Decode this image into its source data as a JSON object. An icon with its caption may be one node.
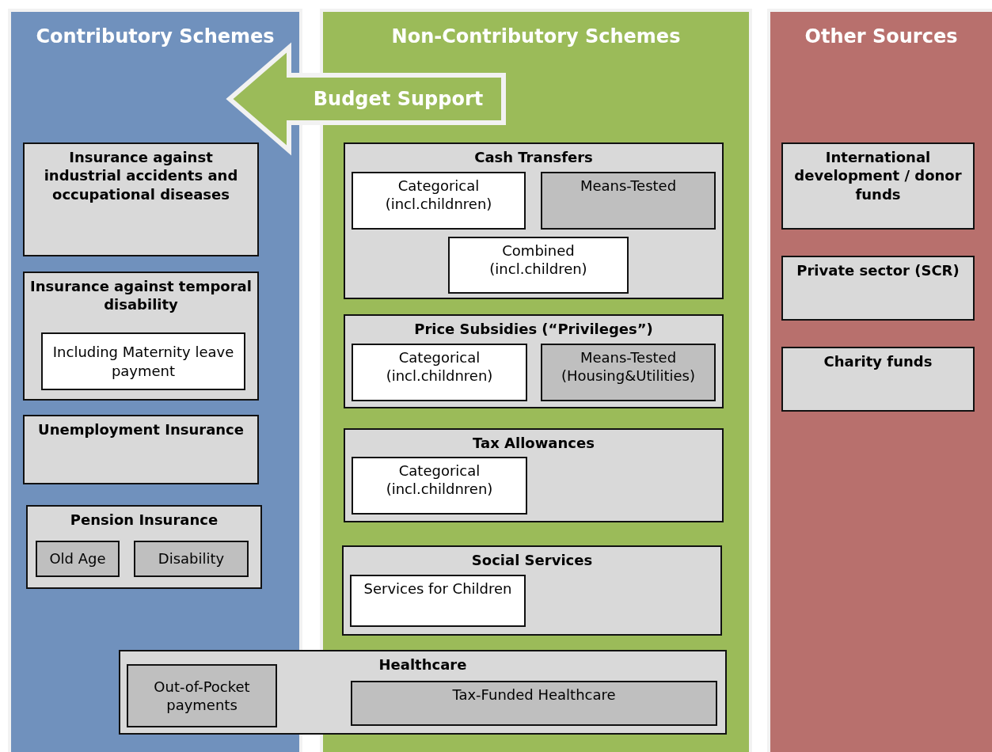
{
  "diagram": {
    "nodes": [
      {
        "text": [
          "Contributory Schemes"
        ]
      },
      {
        "text": [
          "Non-Contributory Schemes"
        ]
      },
      {
        "text": [
          "Other Sources"
        ]
      },
      {
        "text": [
          "Insurance against industrial accidents and occupational diseases"
        ],
        "in": 0
      },
      {
        "text": [
          "Insurance against temporal disability"
        ],
        "in": 0
      },
      {
        "text": [
          "Including Maternity leave payment"
        ],
        "in": 4
      },
      {
        "text": [
          "Unemployment Insurance"
        ],
        "in": 0
      },
      {
        "text": [
          "Pension Insurance"
        ],
        "in": 0
      },
      {
        "text": [
          "Old Age"
        ],
        "in": 7
      },
      {
        "text": [
          "Disability"
        ],
        "in": 7
      },
      {
        "text": [
          "Cash Transfers"
        ],
        "in": 1
      },
      {
        "text": [
          "Categorical (incl.childnren)"
        ],
        "in": 10
      },
      {
        "text": [
          "Means-Tested"
        ],
        "in": 10
      },
      {
        "text": [
          "Combined (incl.children)"
        ],
        "in": 10
      },
      {
        "text": [
          "Price Subsidies (“Privileges”)"
        ],
        "in": 1
      },
      {
        "text": [
          "Categorical (incl.childnren)"
        ],
        "in": 14
      },
      {
        "text": [
          "Means-Tested (Housing&Utilities)"
        ],
        "in": 14
      },
      {
        "text": [
          "Tax Allowances"
        ],
        "in": 1
      },
      {
        "text": [
          "Categorical (incl.childnren)"
        ],
        "in": 17
      },
      {
        "text": [
          "Social Services"
        ],
        "in": 1
      },
      {
        "text": [
          "Services for Children"
        ],
        "in": 19
      },
      {
        "text": [
          "Healthcare"
        ]
      },
      {
        "text": [
          "Out-of-Pocket payments"
        ]
      },
      {
        "text": [
          "Tax-Funded Healthcare"
        ]
      },
      {
        "text": [
          "International development / donor funds"
        ],
        "in": 2
      },
      {
        "text": [
          "Private sector (SCR)"
        ],
        "in": 2
      },
      {
        "text": [
          "Charity funds"
        ],
        "in": 2
      }
    ],
    "edges": [
      {
        "from": 1,
        "to": 0,
        "arrow": "to",
        "label": "Budget Support",
        "style": "thick"
      }
    ]
  }
}
